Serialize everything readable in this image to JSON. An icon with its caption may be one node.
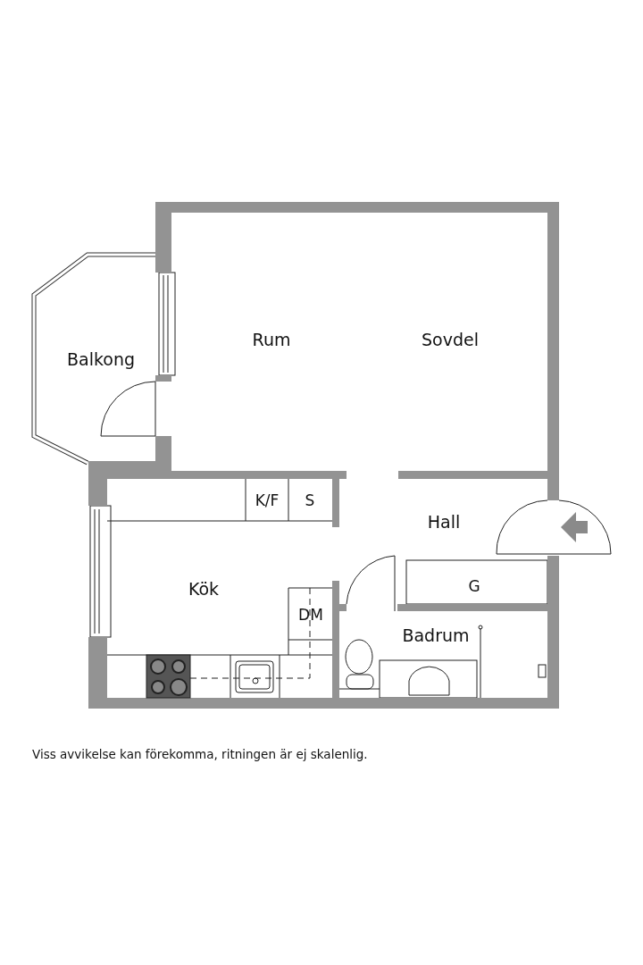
{
  "diagram": {
    "caption": "Viss avvikelse kan förekomma, ritningen är ej skalenlig.",
    "labels": [
      "Rum",
      "Sovdel",
      "Balkong",
      "K/F",
      "S",
      "Hall",
      "G",
      "Kök",
      "DM",
      "Badrum"
    ]
  }
}
